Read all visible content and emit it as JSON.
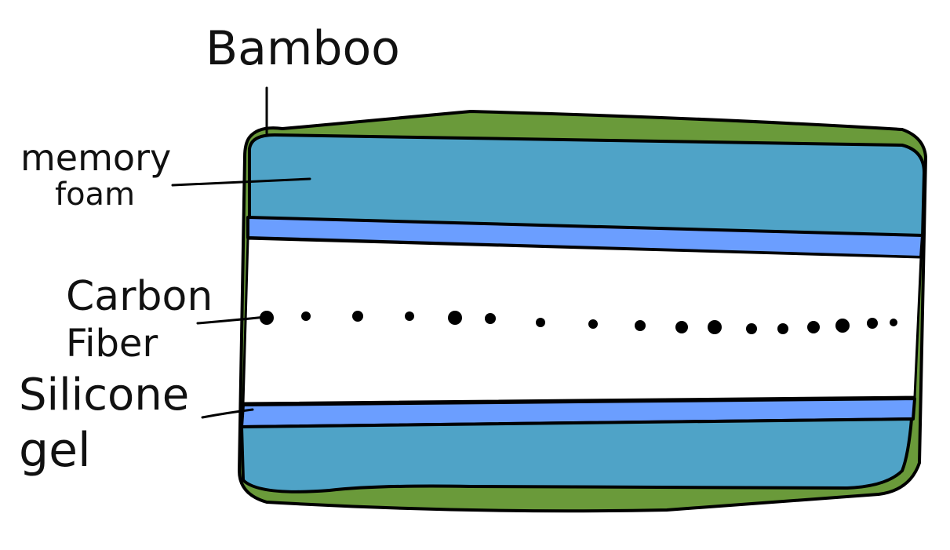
{
  "labels": {
    "bamboo": "Bamboo",
    "memory_foam_line1": "memory",
    "memory_foam_line2": "foam",
    "carbon_fiber_line1": "Carbon",
    "carbon_fiber_line2": "Fiber",
    "silicone_gel_line1": "Silicone",
    "silicone_gel_line2": "gel"
  },
  "colors": {
    "bamboo": "#6a9a3a",
    "memory_foam": "#4fa3c7",
    "silicone_gel": "#6b9eff",
    "carbon_core": "#ffffff",
    "outline": "#000000"
  },
  "layers_top_to_bottom": [
    "Bamboo",
    "memory foam",
    "Silicone gel",
    "Carbon Fiber",
    "Silicone gel",
    "memory foam",
    "Bamboo"
  ]
}
